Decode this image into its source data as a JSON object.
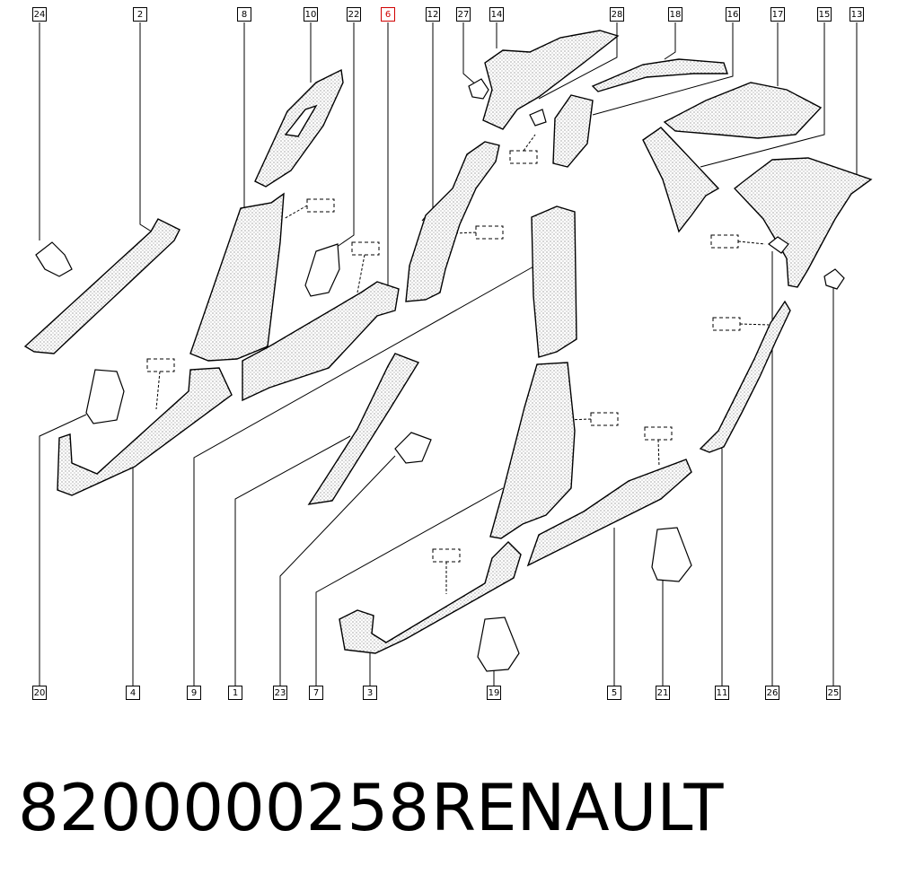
{
  "labels_top": [
    "24",
    "2",
    "8",
    "10",
    "22",
    "6",
    "12",
    "27",
    "14",
    "28",
    "18",
    "16",
    "17",
    "15",
    "13"
  ],
  "labels_bottom": [
    "20",
    "4",
    "9",
    "1",
    "23",
    "7",
    "3",
    "19",
    "5",
    "21",
    "11",
    "26",
    "25"
  ],
  "highlighted": "6",
  "colors": {
    "highlight": "#d00000",
    "line": "#000000",
    "fill": "#f4f4f4"
  },
  "footer": {
    "part_number": "8200000258",
    "brand": "RENAULT"
  }
}
